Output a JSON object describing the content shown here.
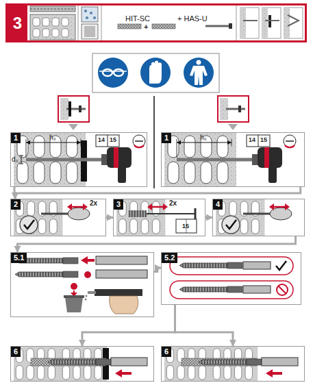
{
  "diagram": {
    "nodes": [
      {
        "text": [
          "3",
          "HIT-SC",
          "+ HAS-U"
        ]
      },
      {
        "text": [
          "1"
        ]
      },
      {
        "text": [
          "1"
        ]
      },
      {
        "text": [
          "2"
        ]
      },
      {
        "text": [
          "3"
        ]
      },
      {
        "text": [
          "4"
        ]
      },
      {
        "text": [
          "5.1"
        ]
      },
      {
        "text": [
          "5.2"
        ]
      },
      {
        "text": [
          "6"
        ]
      },
      {
        "text": [
          "6"
        ]
      }
    ],
    "edges": [
      {
        "from": 1,
        "to": 3,
        "arrow": "to"
      },
      {
        "from": 2,
        "to": 3,
        "arrow": "to"
      },
      {
        "from": 3,
        "to": 4,
        "arrow": "to"
      },
      {
        "from": 4,
        "to": 5,
        "arrow": "to"
      },
      {
        "from": 5,
        "to": 6,
        "arrow": "to"
      },
      {
        "from": 6,
        "to": 7,
        "arrow": "to"
      },
      {
        "from": 7,
        "to": 8,
        "arrow": "to"
      },
      {
        "from": 7,
        "to": 9,
        "arrow": "to"
      }
    ],
    "labels": [
      "+",
      "h₀",
      "d₀",
      "14",
      "15",
      "h₀",
      "14",
      "15",
      "2x",
      "2x",
      "15"
    ]
  }
}
